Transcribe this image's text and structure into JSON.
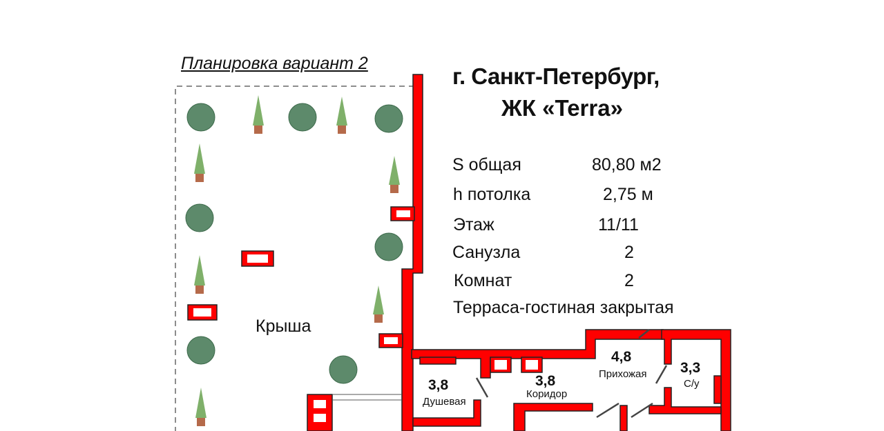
{
  "caption": "Планировка  вариант 2",
  "header": {
    "city": "г. Санкт-Петербург,",
    "complex": "ЖК «Terra»"
  },
  "specs": [
    {
      "label": "S  общая",
      "value": "80,80 м2"
    },
    {
      "label": "h  потолка",
      "value": "2,75 м"
    },
    {
      "label": "Этаж",
      "value": "11/11"
    },
    {
      "label": "Санузла",
      "value": "2"
    },
    {
      "label": "Комнат",
      "value": "2"
    }
  ],
  "terrace_note": "Терраса-гостиная закрытая",
  "roof_label": "Крыша",
  "rooms": [
    {
      "area": "3,8",
      "name": "Душевая"
    },
    {
      "area": "3,8",
      "name": "Коридор"
    },
    {
      "area": "4,8",
      "name": "Прихожая"
    },
    {
      "area": "3,3",
      "name": "С/у"
    }
  ],
  "colors": {
    "wall": "#ff0000",
    "plant": "#4a7a5a"
  }
}
